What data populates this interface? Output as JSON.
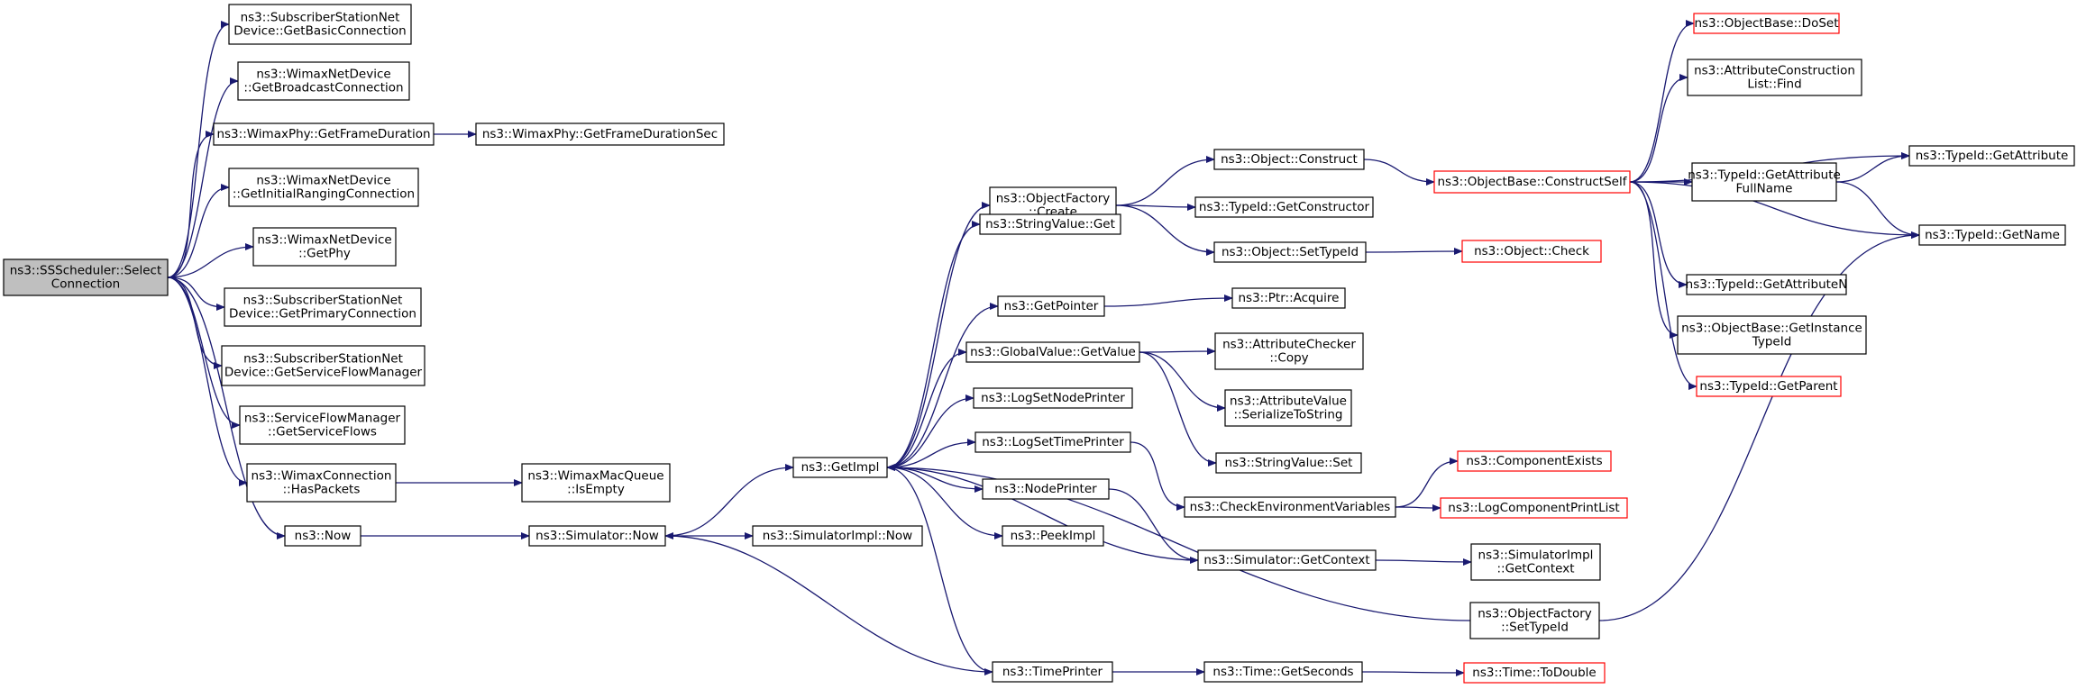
{
  "colors": {
    "edge": "#191970",
    "node_border": "#000000",
    "incomplete_border": "#ff0000",
    "root_fill": "#bfbfbf",
    "node_fill": "#ffffff"
  },
  "nodes": [
    {
      "id": "root",
      "lines": [
        "ns3::SSScheduler::Select",
        "Connection"
      ],
      "style": "root"
    },
    {
      "id": "n_basic",
      "lines": [
        "ns3::SubscriberStationNet",
        "Device::GetBasicConnection"
      ]
    },
    {
      "id": "n_bcast",
      "lines": [
        "ns3::WimaxNetDevice",
        "::GetBroadcastConnection"
      ]
    },
    {
      "id": "n_framedur",
      "lines": [
        "ns3::WimaxPhy::GetFrameDuration"
      ]
    },
    {
      "id": "n_framedursec",
      "lines": [
        "ns3::WimaxPhy::GetFrameDurationSec"
      ]
    },
    {
      "id": "n_initrang",
      "lines": [
        "ns3::WimaxNetDevice",
        "::GetInitialRangingConnection"
      ]
    },
    {
      "id": "n_getphy",
      "lines": [
        "ns3::WimaxNetDevice",
        "::GetPhy"
      ]
    },
    {
      "id": "n_primary",
      "lines": [
        "ns3::SubscriberStationNet",
        "Device::GetPrimaryConnection"
      ]
    },
    {
      "id": "n_sfmgr",
      "lines": [
        "ns3::SubscriberStationNet",
        "Device::GetServiceFlowManager"
      ]
    },
    {
      "id": "n_sflows",
      "lines": [
        "ns3::ServiceFlowManager",
        "::GetServiceFlows"
      ]
    },
    {
      "id": "n_haspkts",
      "lines": [
        "ns3::WimaxConnection",
        "::HasPackets"
      ]
    },
    {
      "id": "n_isempty",
      "lines": [
        "ns3::WimaxMacQueue",
        "::IsEmpty"
      ]
    },
    {
      "id": "n_now",
      "lines": [
        "ns3::Now"
      ]
    },
    {
      "id": "n_simnow",
      "lines": [
        "ns3::Simulator::Now"
      ]
    },
    {
      "id": "n_implnow",
      "lines": [
        "ns3::SimulatorImpl::Now"
      ]
    },
    {
      "id": "n_getimpl",
      "lines": [
        "ns3::GetImpl"
      ]
    },
    {
      "id": "n_objfcreate",
      "lines": [
        "ns3::ObjectFactory",
        "::Create"
      ]
    },
    {
      "id": "n_strget",
      "lines": [
        "ns3::StringValue::Get"
      ]
    },
    {
      "id": "n_getptr",
      "lines": [
        "ns3::GetPointer"
      ]
    },
    {
      "id": "n_gvget",
      "lines": [
        "ns3::GlobalValue::GetValue"
      ]
    },
    {
      "id": "n_lsnp",
      "lines": [
        "ns3::LogSetNodePrinter"
      ]
    },
    {
      "id": "n_lstp",
      "lines": [
        "ns3::LogSetTimePrinter"
      ]
    },
    {
      "id": "n_nodeprinter",
      "lines": [
        "ns3::NodePrinter"
      ]
    },
    {
      "id": "n_peekimpl",
      "lines": [
        "ns3::PeekImpl"
      ]
    },
    {
      "id": "n_timeprinter",
      "lines": [
        "ns3::TimePrinter"
      ]
    },
    {
      "id": "n_objconstruct",
      "lines": [
        "ns3::Object::Construct"
      ]
    },
    {
      "id": "n_getctor",
      "lines": [
        "ns3::TypeId::GetConstructor"
      ]
    },
    {
      "id": "n_objsettid",
      "lines": [
        "ns3::Object::SetTypeId"
      ]
    },
    {
      "id": "n_ptracq",
      "lines": [
        "ns3::Ptr::Acquire"
      ]
    },
    {
      "id": "n_acopy",
      "lines": [
        "ns3::AttributeChecker",
        "::Copy"
      ]
    },
    {
      "id": "n_aser",
      "lines": [
        "ns3::AttributeValue",
        "::SerializeToString"
      ]
    },
    {
      "id": "n_strset",
      "lines": [
        "ns3::StringValue::Set"
      ]
    },
    {
      "id": "n_checkenv",
      "lines": [
        "ns3::CheckEnvironmentVariables"
      ]
    },
    {
      "id": "n_simctx",
      "lines": [
        "ns3::Simulator::GetContext"
      ]
    },
    {
      "id": "n_ofsettid",
      "lines": [
        "ns3::ObjectFactory",
        "::SetTypeId"
      ]
    },
    {
      "id": "n_getsec",
      "lines": [
        "ns3::Time::GetSeconds"
      ]
    },
    {
      "id": "n_ctorself",
      "lines": [
        "ns3::ObjectBase::ConstructSelf"
      ],
      "style": "incomplete"
    },
    {
      "id": "n_objcheck",
      "lines": [
        "ns3::Object::Check"
      ],
      "style": "incomplete"
    },
    {
      "id": "n_compexists",
      "lines": [
        "ns3::ComponentExists"
      ],
      "style": "incomplete"
    },
    {
      "id": "n_logcpl",
      "lines": [
        "ns3::LogComponentPrintList"
      ],
      "style": "incomplete"
    },
    {
      "id": "n_implctx",
      "lines": [
        "ns3::SimulatorImpl",
        "::GetContext"
      ]
    },
    {
      "id": "n_todouble",
      "lines": [
        "ns3::Time::ToDouble"
      ],
      "style": "incomplete"
    },
    {
      "id": "n_doset",
      "lines": [
        "ns3::ObjectBase::DoSet"
      ],
      "style": "incomplete"
    },
    {
      "id": "n_acfind",
      "lines": [
        "ns3::AttributeConstruction",
        "List::Find"
      ]
    },
    {
      "id": "n_getattrfn",
      "lines": [
        "ns3::TypeId::GetAttribute",
        "FullName"
      ]
    },
    {
      "id": "n_getattrn",
      "lines": [
        "ns3::TypeId::GetAttributeN"
      ]
    },
    {
      "id": "n_getinst",
      "lines": [
        "ns3::ObjectBase::GetInstance",
        "TypeId"
      ]
    },
    {
      "id": "n_getparent",
      "lines": [
        "ns3::TypeId::GetParent"
      ],
      "style": "incomplete"
    },
    {
      "id": "n_getattr",
      "lines": [
        "ns3::TypeId::GetAttribute"
      ]
    },
    {
      "id": "n_getname",
      "lines": [
        "ns3::TypeId::GetName"
      ]
    }
  ],
  "edges": [
    [
      "root",
      "n_basic"
    ],
    [
      "root",
      "n_bcast"
    ],
    [
      "root",
      "n_framedur"
    ],
    [
      "root",
      "n_initrang"
    ],
    [
      "root",
      "n_getphy"
    ],
    [
      "root",
      "n_primary"
    ],
    [
      "root",
      "n_sfmgr"
    ],
    [
      "root",
      "n_sflows"
    ],
    [
      "root",
      "n_haspkts"
    ],
    [
      "root",
      "n_now"
    ],
    [
      "n_framedur",
      "n_framedursec"
    ],
    [
      "n_haspkts",
      "n_isempty"
    ],
    [
      "n_now",
      "n_simnow"
    ],
    [
      "n_simnow",
      "n_getimpl"
    ],
    [
      "n_simnow",
      "n_implnow"
    ],
    [
      "n_getimpl",
      "n_objfcreate"
    ],
    [
      "n_getimpl",
      "n_strget"
    ],
    [
      "n_getimpl",
      "n_getptr"
    ],
    [
      "n_getimpl",
      "n_gvget"
    ],
    [
      "n_getimpl",
      "n_lsnp"
    ],
    [
      "n_getimpl",
      "n_lstp"
    ],
    [
      "n_getimpl",
      "n_nodeprinter"
    ],
    [
      "n_getimpl",
      "n_peekimpl"
    ],
    [
      "n_getimpl",
      "n_timeprinter"
    ],
    [
      "n_objfcreate",
      "n_objconstruct"
    ],
    [
      "n_objfcreate",
      "n_getctor"
    ],
    [
      "n_objfcreate",
      "n_objsettid"
    ],
    [
      "n_getptr",
      "n_ptracq"
    ],
    [
      "n_gvget",
      "n_acopy"
    ],
    [
      "n_gvget",
      "n_aser"
    ],
    [
      "n_gvget",
      "n_strset"
    ],
    [
      "n_lstp",
      "n_checkenv"
    ],
    [
      "n_nodeprinter",
      "n_simctx"
    ],
    [
      "n_simctx",
      "n_getimpl"
    ],
    [
      "n_simctx",
      "n_implctx"
    ],
    [
      "n_ofsettid",
      "n_getimpl"
    ],
    [
      "n_ofsettid",
      "n_getname"
    ],
    [
      "n_timeprinter",
      "n_simnow"
    ],
    [
      "n_timeprinter",
      "n_getsec"
    ],
    [
      "n_getsec",
      "n_todouble"
    ],
    [
      "n_objconstruct",
      "n_ctorself"
    ],
    [
      "n_objsettid",
      "n_objcheck"
    ],
    [
      "n_checkenv",
      "n_compexists"
    ],
    [
      "n_checkenv",
      "n_logcpl"
    ],
    [
      "n_ctorself",
      "n_doset"
    ],
    [
      "n_ctorself",
      "n_acfind"
    ],
    [
      "n_ctorself",
      "n_getattr"
    ],
    [
      "n_ctorself",
      "n_getattrfn"
    ],
    [
      "n_ctorself",
      "n_getname"
    ],
    [
      "n_ctorself",
      "n_getattrn"
    ],
    [
      "n_ctorself",
      "n_getinst"
    ],
    [
      "n_ctorself",
      "n_getparent"
    ],
    [
      "n_getattrfn",
      "n_getattr"
    ],
    [
      "n_getattrfn",
      "n_getname"
    ]
  ]
}
